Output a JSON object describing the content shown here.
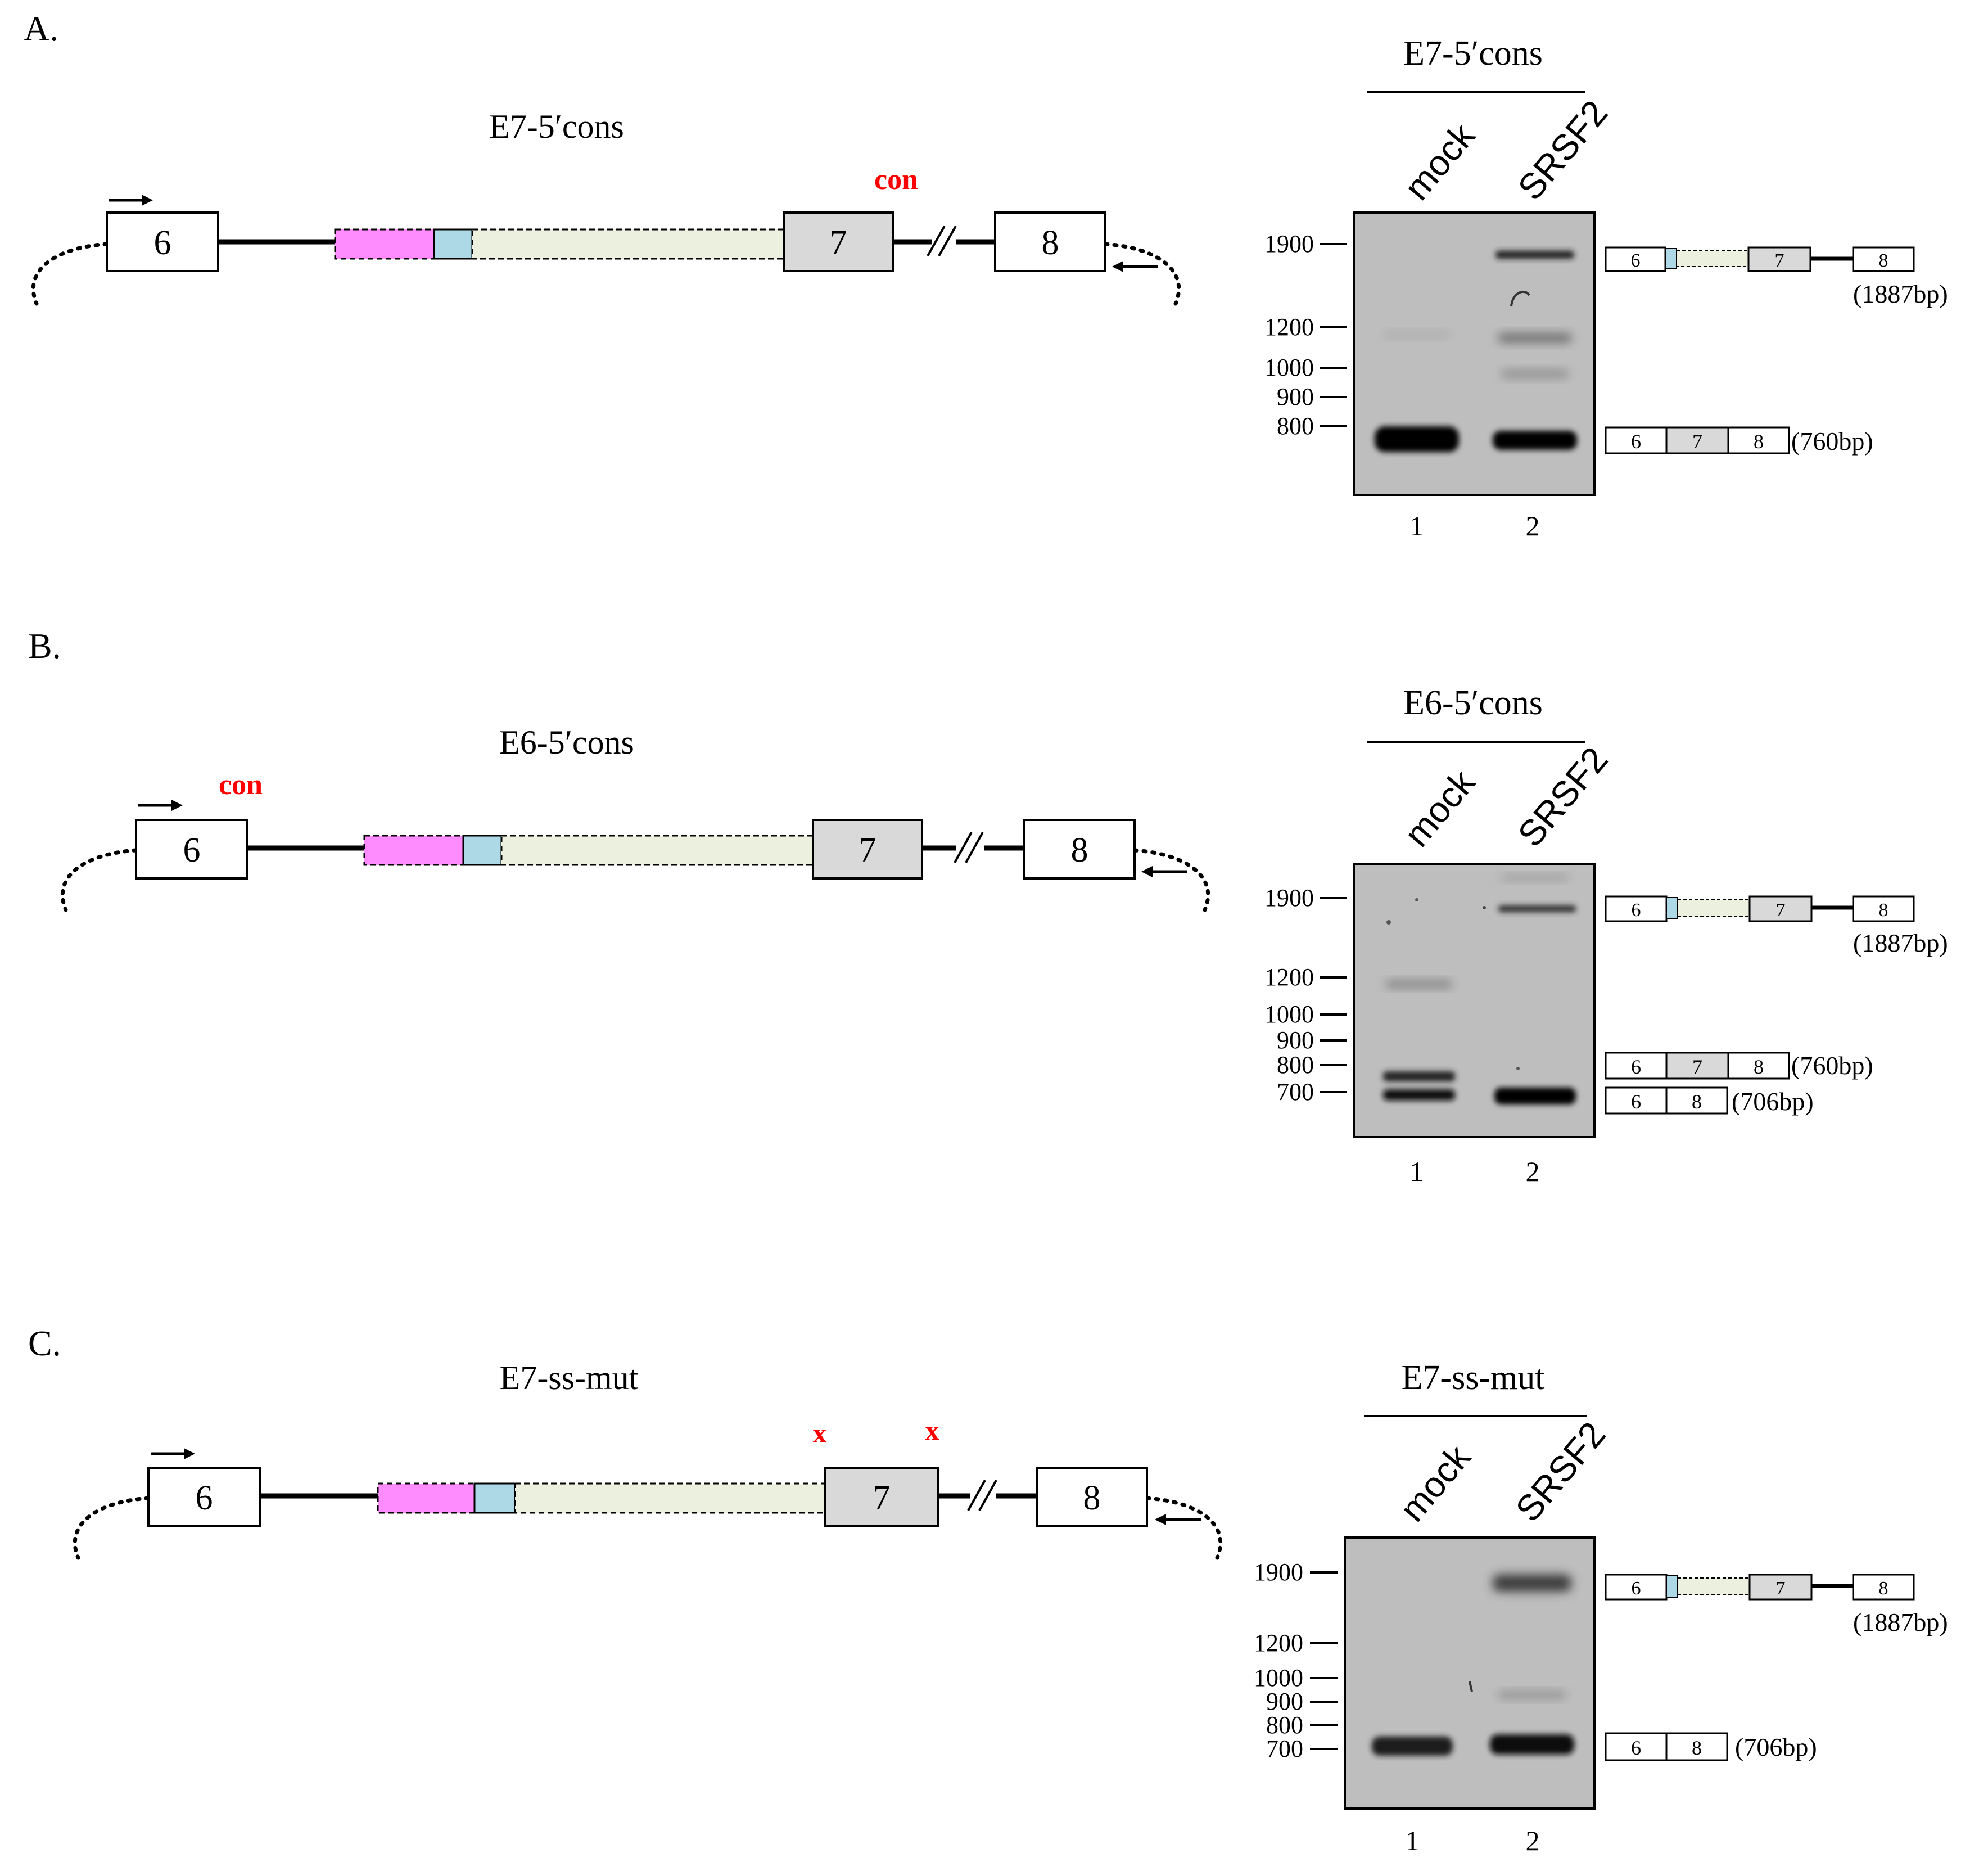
{
  "panels": [
    {
      "letter": "A.",
      "construct_title": "E7-5′cons",
      "gel_title": "E7-5′cons",
      "exon_labels": [
        "6",
        "7",
        "8"
      ],
      "marks": [
        {
          "text": "con",
          "over": "exon7"
        }
      ],
      "lane_headers": [
        "mock",
        "SRSF2"
      ],
      "lane_numbers": [
        "1",
        "2"
      ],
      "ladder": [
        "1900",
        "1200",
        "1000",
        "900",
        "800"
      ],
      "products": [
        {
          "kind": "unspliced",
          "exons": [
            "6",
            "7",
            "8"
          ],
          "size_label": "(1887bp)"
        },
        {
          "kind": "included",
          "exons": [
            "6",
            "7",
            "8"
          ],
          "size_label": "(760bp)"
        }
      ]
    },
    {
      "letter": "B.",
      "construct_title": "E6-5′cons",
      "gel_title": "E6-5′cons",
      "exon_labels": [
        "6",
        "7",
        "8"
      ],
      "marks": [
        {
          "text": "con",
          "over": "exon6"
        }
      ],
      "lane_headers": [
        "mock",
        "SRSF2"
      ],
      "lane_numbers": [
        "1",
        "2"
      ],
      "ladder": [
        "1900",
        "1200",
        "1000",
        "900",
        "800",
        "700"
      ],
      "products": [
        {
          "kind": "unspliced",
          "exons": [
            "6",
            "7",
            "8"
          ],
          "size_label": "(1887bp)"
        },
        {
          "kind": "included",
          "exons": [
            "6",
            "7",
            "8"
          ],
          "size_label": "(760bp)"
        },
        {
          "kind": "skipped",
          "exons": [
            "6",
            "8"
          ],
          "size_label": "(706bp)"
        }
      ]
    },
    {
      "letter": "C.",
      "construct_title": "E7-ss-mut",
      "gel_title": "E7-ss-mut",
      "exon_labels": [
        "6",
        "7",
        "8"
      ],
      "marks": [
        {
          "text": "x",
          "over": "exon7-3ss"
        },
        {
          "text": "x",
          "over": "exon7-5ss"
        }
      ],
      "lane_headers": [
        "mock",
        "SRSF2"
      ],
      "lane_numbers": [
        "1",
        "2"
      ],
      "ladder": [
        "1900",
        "1200",
        "1000",
        "900",
        "800",
        "700"
      ],
      "products": [
        {
          "kind": "unspliced",
          "exons": [
            "6",
            "7",
            "8"
          ],
          "size_label": "(1887bp)"
        },
        {
          "kind": "skipped",
          "exons": [
            "6",
            "8"
          ],
          "size_label": "(706bp)"
        }
      ]
    }
  ],
  "colors": {
    "motif_pink": "#FF8CFF",
    "motif_blue": "#ADD8E6",
    "intron_green": "#EBF1DE",
    "exon7_gray": "#D9D9D9",
    "mark_red": "#FF0000",
    "gel_background": "#BEBEBE"
  }
}
